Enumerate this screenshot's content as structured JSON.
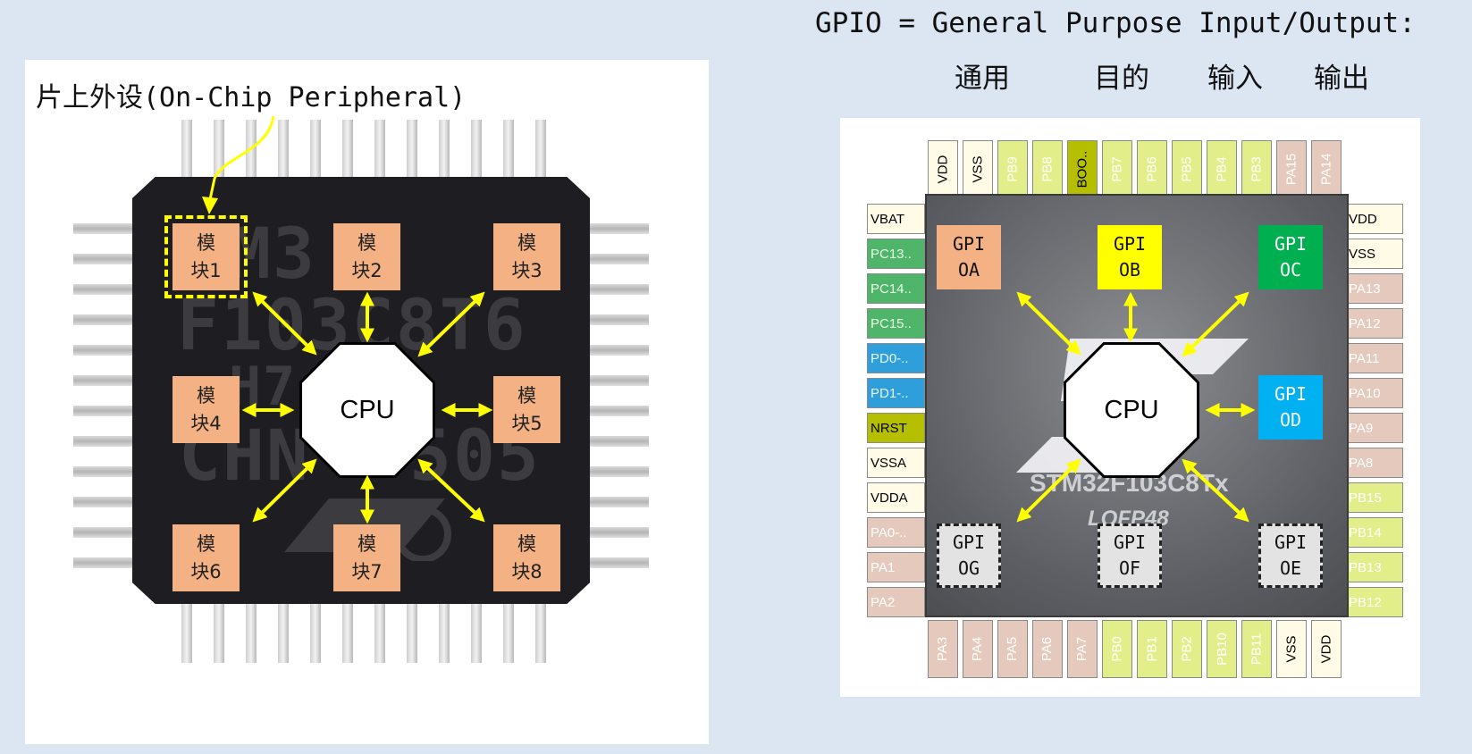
{
  "header": {
    "gpio_title": "GPIO = General Purpose Input/Output:",
    "gpio_words": [
      "通用",
      "目的",
      "输入",
      "输出"
    ]
  },
  "left": {
    "peripheral_label": "片上外设(On-Chip Peripheral)",
    "chip_marks": [
      "M3",
      "F103C8T6",
      "H7",
      "CHN",
      "505"
    ],
    "cpu_label": "CPU",
    "modules": [
      {
        "line1": "模",
        "line2": "块1"
      },
      {
        "line1": "模",
        "line2": "块2"
      },
      {
        "line1": "模",
        "line2": "块3"
      },
      {
        "line1": "模",
        "line2": "块4"
      },
      {
        "line1": "模",
        "line2": "块5"
      },
      {
        "line1": "模",
        "line2": "块6"
      },
      {
        "line1": "模",
        "line2": "块7"
      },
      {
        "line1": "模",
        "line2": "块8"
      }
    ]
  },
  "right": {
    "cpu_label": "CPU",
    "chip_name": "STM32F103C8Tx",
    "chip_pkg": "LQFP48",
    "gpio_blocks": [
      {
        "line1": "GPI",
        "line2": "OA",
        "color": "#f4b183"
      },
      {
        "line1": "GPI",
        "line2": "OB",
        "color": "#ffff00"
      },
      {
        "line1": "GPI",
        "line2": "OC",
        "color": "#00b050"
      },
      {
        "line1": "GPI",
        "line2": "OD",
        "color": "#00b0f0"
      },
      {
        "line1": "GPI",
        "line2": "OE",
        "color": "#e3e3e3"
      },
      {
        "line1": "GPI",
        "line2": "OF",
        "color": "#e3e3e3"
      },
      {
        "line1": "GPI",
        "line2": "OG",
        "color": "#e3e3e3"
      }
    ],
    "pins_top": [
      {
        "label": "VDD",
        "color": "#fffbe6",
        "text_color": "#000"
      },
      {
        "label": "VSS",
        "color": "#fffbe6",
        "text_color": "#000"
      },
      {
        "label": "PB9",
        "color": "#e2ee8a",
        "text_color": "#fff"
      },
      {
        "label": "PB8",
        "color": "#e2ee8a",
        "text_color": "#fff"
      },
      {
        "label": "BOO..",
        "color": "#b5bf00",
        "text_color": "#000"
      },
      {
        "label": "PB7",
        "color": "#e2ee8a",
        "text_color": "#fff"
      },
      {
        "label": "PB6",
        "color": "#e2ee8a",
        "text_color": "#fff"
      },
      {
        "label": "PB5",
        "color": "#e2ee8a",
        "text_color": "#fff"
      },
      {
        "label": "PB4",
        "color": "#e2ee8a",
        "text_color": "#fff"
      },
      {
        "label": "PB3",
        "color": "#e2ee8a",
        "text_color": "#fff"
      },
      {
        "label": "PA15",
        "color": "#e5c9bd",
        "text_color": "#fff"
      },
      {
        "label": "PA14",
        "color": "#e5c9bd",
        "text_color": "#fff"
      }
    ],
    "pins_bottom": [
      {
        "label": "PA3",
        "color": "#e5c9bd",
        "text_color": "#fff"
      },
      {
        "label": "PA4",
        "color": "#e5c9bd",
        "text_color": "#fff"
      },
      {
        "label": "PA5",
        "color": "#e5c9bd",
        "text_color": "#fff"
      },
      {
        "label": "PA6",
        "color": "#e5c9bd",
        "text_color": "#fff"
      },
      {
        "label": "PA7",
        "color": "#e5c9bd",
        "text_color": "#fff"
      },
      {
        "label": "PB0",
        "color": "#e2ee8a",
        "text_color": "#fff"
      },
      {
        "label": "PB1",
        "color": "#e2ee8a",
        "text_color": "#fff"
      },
      {
        "label": "PB2",
        "color": "#e2ee8a",
        "text_color": "#fff"
      },
      {
        "label": "PB10",
        "color": "#e2ee8a",
        "text_color": "#fff"
      },
      {
        "label": "PB11",
        "color": "#e2ee8a",
        "text_color": "#fff"
      },
      {
        "label": "VSS",
        "color": "#fffbe6",
        "text_color": "#000"
      },
      {
        "label": "VDD",
        "color": "#fffbe6",
        "text_color": "#000"
      }
    ],
    "pins_left": [
      {
        "label": "VBAT",
        "color": "#fffbe6",
        "text_color": "#000"
      },
      {
        "label": "PC13..",
        "color": "#4fb56b",
        "text_color": "#e8ffe8"
      },
      {
        "label": "PC14..",
        "color": "#4fb56b",
        "text_color": "#e8ffe8"
      },
      {
        "label": "PC15..",
        "color": "#4fb56b",
        "text_color": "#e8ffe8"
      },
      {
        "label": "PD0-..",
        "color": "#2f9fdb",
        "text_color": "#e8f6ff"
      },
      {
        "label": "PD1-..",
        "color": "#2f9fdb",
        "text_color": "#e8f6ff"
      },
      {
        "label": "NRST",
        "color": "#b5bf00",
        "text_color": "#000"
      },
      {
        "label": "VSSA",
        "color": "#fffbe6",
        "text_color": "#000"
      },
      {
        "label": "VDDA",
        "color": "#fffbe6",
        "text_color": "#000"
      },
      {
        "label": "PA0-..",
        "color": "#e5c9bd",
        "text_color": "#fff"
      },
      {
        "label": "PA1",
        "color": "#e5c9bd",
        "text_color": "#fff"
      },
      {
        "label": "PA2",
        "color": "#e5c9bd",
        "text_color": "#fff"
      }
    ],
    "pins_right": [
      {
        "label": "VDD",
        "color": "#fffbe6",
        "text_color": "#000"
      },
      {
        "label": "VSS",
        "color": "#fffbe6",
        "text_color": "#000"
      },
      {
        "label": "PA13",
        "color": "#e5c9bd",
        "text_color": "#fff"
      },
      {
        "label": "PA12",
        "color": "#e5c9bd",
        "text_color": "#fff"
      },
      {
        "label": "PA11",
        "color": "#e5c9bd",
        "text_color": "#fff"
      },
      {
        "label": "PA10",
        "color": "#e5c9bd",
        "text_color": "#fff"
      },
      {
        "label": "PA9",
        "color": "#e5c9bd",
        "text_color": "#fff"
      },
      {
        "label": "PA8",
        "color": "#e5c9bd",
        "text_color": "#fff"
      },
      {
        "label": "PB15",
        "color": "#e2ee8a",
        "text_color": "#fff"
      },
      {
        "label": "PB14",
        "color": "#e2ee8a",
        "text_color": "#fff"
      },
      {
        "label": "PB13",
        "color": "#e2ee8a",
        "text_color": "#fff"
      },
      {
        "label": "PB12",
        "color": "#e2ee8a",
        "text_color": "#fff"
      }
    ]
  },
  "colors": {
    "background": "#dce6f3",
    "module": "#f4b183",
    "arrow": "#ffff00",
    "highlight": "#ffff00"
  }
}
